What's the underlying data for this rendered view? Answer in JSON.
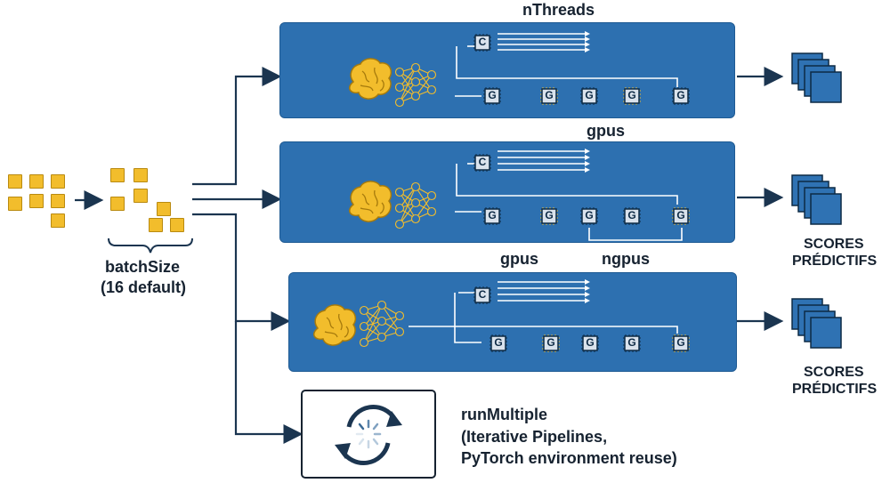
{
  "top_label": "nThreads",
  "middle_label": "gpus",
  "batch": {
    "label": "batchSize",
    "sublabel": "(16 default)"
  },
  "pipeline_middle": {
    "gpus_label": "gpus",
    "ngpus_label": "ngpus"
  },
  "outputs": {
    "middle": {
      "line1": "SCORES",
      "line2": "PRÉDICTIFS"
    },
    "bottom": {
      "line1": "SCORES",
      "line2": "PRÉDICTIFS"
    }
  },
  "run_multiple": {
    "title": "runMultiple",
    "line2": "(Iterative Pipelines,",
    "line3": "PyTorch environment reuse)"
  },
  "chip_labels": {
    "cpu": "C",
    "gpu": "G"
  },
  "colors": {
    "panel": "#2d70b0",
    "panel_border": "#1e5a93",
    "accent_yellow": "#f2bd2c",
    "arrow_dark": "#1b3550",
    "chip_body": "#d9e2ec",
    "output_square": "#2f72b3"
  },
  "icons": [
    "brain-icon",
    "neural-network-icon",
    "cpu-chip-icon",
    "gpu-chip-icon",
    "refresh-cycle-icon",
    "loading-spinner-icon",
    "stacked-output-icon"
  ]
}
